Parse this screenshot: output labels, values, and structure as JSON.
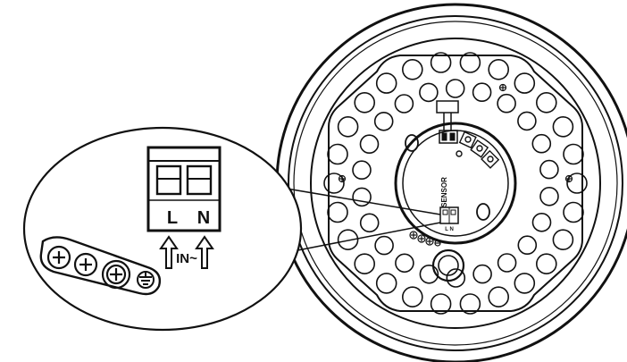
{
  "callout": {
    "terminal_L": "L",
    "terminal_N": "N",
    "input_label": "IN~"
  },
  "fixture": {
    "sensor_label": "SENSOR",
    "small_terminal_label": "L N"
  }
}
